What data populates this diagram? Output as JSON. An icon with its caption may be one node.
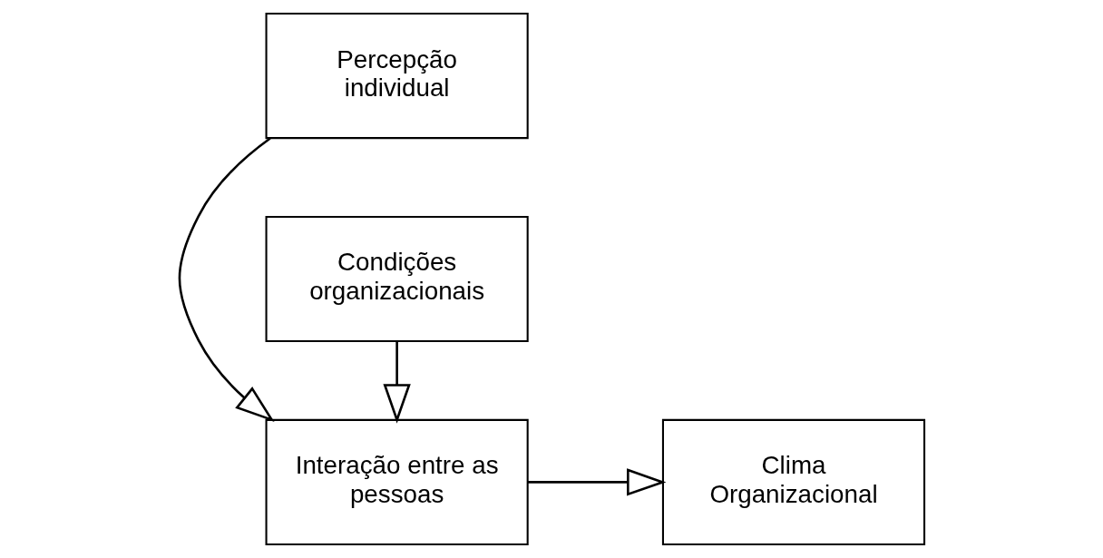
{
  "diagram": {
    "nodes": [
      {
        "text": [
          "Percepção individual"
        ]
      },
      {
        "text": [
          "Interação entre as pessoas"
        ]
      },
      {
        "text": [
          "Condições organizacionais"
        ]
      },
      {
        "text": [
          "Clima Organizacional"
        ]
      }
    ],
    "edges": [
      {
        "from": 0,
        "to": 1,
        "arrow": "to"
      },
      {
        "from": 2,
        "to": 1,
        "arrow": "to"
      },
      {
        "from": 1,
        "to": 3,
        "arrow": "to"
      }
    ]
  }
}
